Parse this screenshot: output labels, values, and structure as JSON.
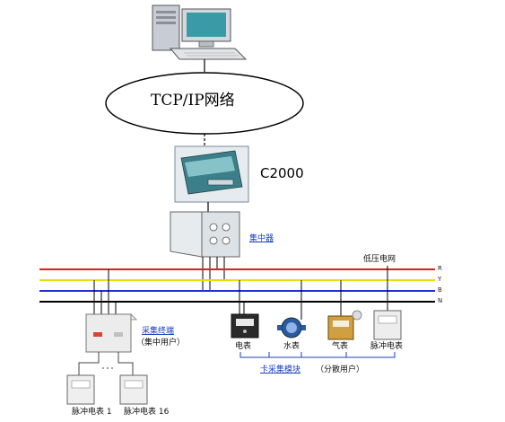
{
  "network": {
    "label": "TCP/IP网络"
  },
  "device": {
    "label": "C2000"
  },
  "concentrator": {
    "label": "集中器"
  },
  "grid": {
    "label": "低压电网"
  },
  "buses": [
    {
      "label": "R",
      "color": "#e02020"
    },
    {
      "label": "Y",
      "color": "#e8e000"
    },
    {
      "label": "B",
      "color": "#2030e0"
    },
    {
      "label": "N",
      "color": "#000000"
    }
  ],
  "collector": {
    "label": "采集终端",
    "sublabel": "（集中用户）"
  },
  "collector_meters": [
    {
      "label": "脉冲电表 1"
    },
    {
      "label": "脉冲电表 16"
    }
  ],
  "dispersed_meters": [
    {
      "label": "电表"
    },
    {
      "label": "水表"
    },
    {
      "label": "气表"
    },
    {
      "label": "脉冲电表"
    }
  ],
  "dispersed_group": {
    "label": "卡采集模块",
    "sublabel": "（分散用户）"
  }
}
